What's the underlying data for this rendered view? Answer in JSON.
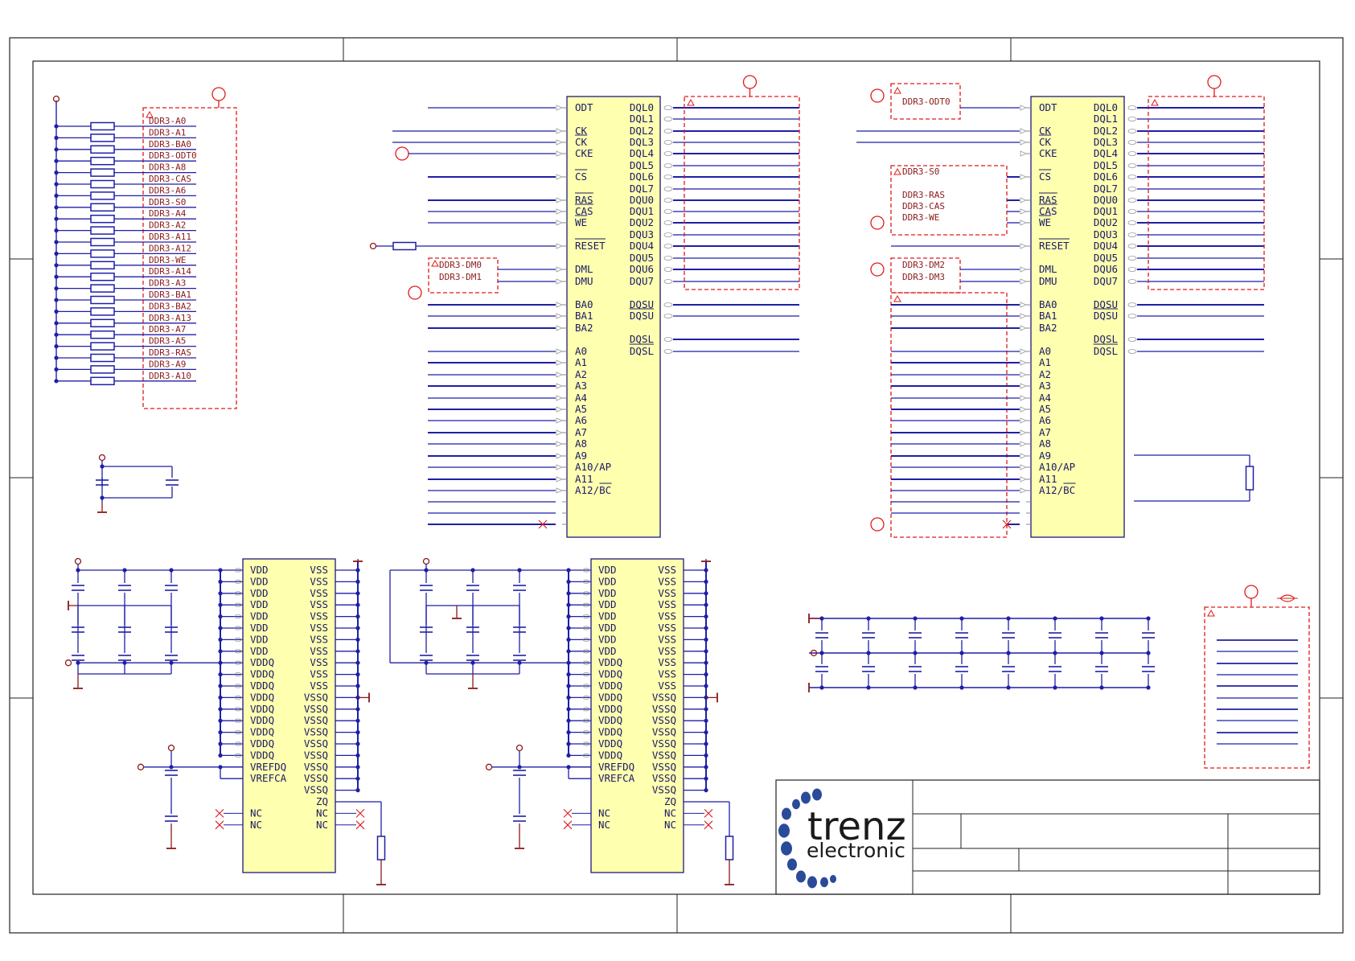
{
  "sheet": {
    "title": "",
    "colors": {
      "wire": "#1f1fa6",
      "chip_fill": "#ffffb0",
      "chip_stroke": "#1a1a80",
      "harness": "#e01a1a",
      "net_label": "#8b1a1a",
      "power": "#8b1a1a",
      "frame": "#222222",
      "logo_dots": "#2a4a9a"
    }
  },
  "termination": {
    "nets": [
      "DDR3-A0",
      "DDR3-A1",
      "DDR3-BA0",
      "DDR3-ODT0",
      "DDR3-A8",
      "DDR3-CAS",
      "DDR3-A6",
      "DDR3-S0",
      "DDR3-A4",
      "DDR3-A2",
      "DDR3-A11",
      "DDR3-A12",
      "DDR3-WE",
      "DDR3-A14",
      "DDR3-A3",
      "DDR3-BA1",
      "DDR3-BA2",
      "DDR3-A13",
      "DDR3-A7",
      "DDR3-A5",
      "DDR3-RAS",
      "DDR3-A9",
      "DDR3-A10"
    ]
  },
  "chip_left_pins": [
    {
      "label": "ODT"
    },
    {
      "label": "CK"
    },
    {
      "label": "CK",
      "bar": true
    },
    {
      "label": "CKE"
    },
    {
      "label": "CS",
      "bar": true
    },
    {
      "label": "RAS",
      "bar": true
    },
    {
      "label": "CAS",
      "bar": true
    },
    {
      "label": "WE",
      "bar": true
    },
    {
      "label": "RESET",
      "bar": true
    },
    {
      "label": "DML"
    },
    {
      "label": "DMU"
    },
    {
      "label": "BA0"
    },
    {
      "label": "BA1"
    },
    {
      "label": "BA2"
    },
    {
      "label": "A0"
    },
    {
      "label": "A1"
    },
    {
      "label": "A2"
    },
    {
      "label": "A3"
    },
    {
      "label": "A4"
    },
    {
      "label": "A5"
    },
    {
      "label": "A6"
    },
    {
      "label": "A7"
    },
    {
      "label": "A8"
    },
    {
      "label": "A9"
    },
    {
      "label": "A10/AP"
    },
    {
      "label": "A11"
    },
    {
      "label": "A12/BC",
      "bar_suffix": "BC"
    }
  ],
  "chip_right_pins": [
    {
      "label": "DQL0"
    },
    {
      "label": "DQL1"
    },
    {
      "label": "DQL2"
    },
    {
      "label": "DQL3"
    },
    {
      "label": "DQL4"
    },
    {
      "label": "DQL5"
    },
    {
      "label": "DQL6"
    },
    {
      "label": "DQL7"
    },
    {
      "label": "DQU0"
    },
    {
      "label": "DQU1"
    },
    {
      "label": "DQU2"
    },
    {
      "label": "DQU3"
    },
    {
      "label": "DQU4"
    },
    {
      "label": "DQU5"
    },
    {
      "label": "DQU6"
    },
    {
      "label": "DQU7"
    },
    {
      "label": "DQSU"
    },
    {
      "label": "DQSU",
      "bar": true
    },
    {
      "label": "DQSL"
    },
    {
      "label": "DQSL",
      "bar": true
    }
  ],
  "chip1_nets": {
    "dm": [
      "DDR3-DM0",
      "DDR3-DM1"
    ]
  },
  "chip2_nets": {
    "odt": "DDR3-ODT0",
    "ctrl": [
      "DDR3-S0",
      "DDR3-RAS",
      "DDR3-CAS",
      "DDR3-WE"
    ],
    "dm": [
      "DDR3-DM2",
      "DDR3-DM3"
    ]
  },
  "power_left_pins": [
    "VDD",
    "VDD",
    "VDD",
    "VDD",
    "VDD",
    "VDD",
    "VDD",
    "VDD",
    "VDDQ",
    "VDDQ",
    "VDDQ",
    "VDDQ",
    "VDDQ",
    "VDDQ",
    "VDDQ",
    "VDDQ",
    "VDDQ",
    "VREFDQ",
    "VREFCA",
    "",
    "NC",
    "NC"
  ],
  "power_right_pins": [
    "VSS",
    "VSS",
    "VSS",
    "VSS",
    "VSS",
    "VSS",
    "VSS",
    "VSS",
    "VSS",
    "VSS",
    "VSS",
    "VSSQ",
    "VSSQ",
    "VSSQ",
    "VSSQ",
    "VSSQ",
    "VSSQ",
    "VSSQ",
    "VSSQ",
    "VSSQ",
    "ZQ",
    "NC",
    "NC"
  ],
  "logo": {
    "name": "trenz",
    "sub": "electronic"
  }
}
